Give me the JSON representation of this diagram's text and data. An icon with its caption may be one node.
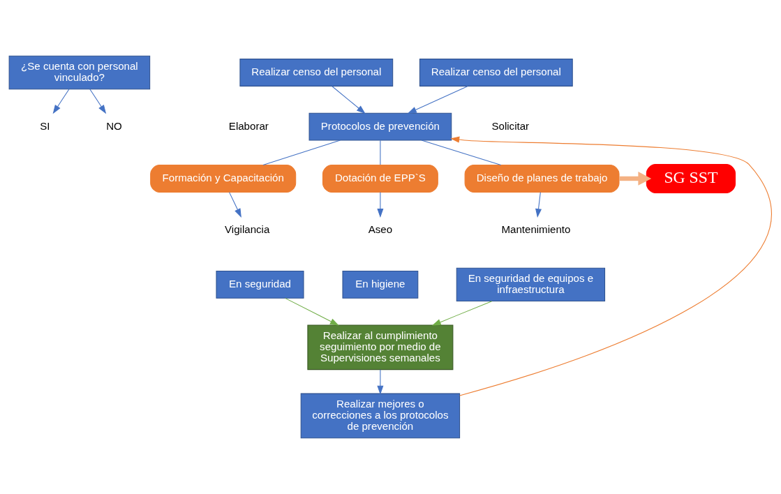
{
  "diagram": {
    "nodes": [
      {
        "text": [
          "¿Se cuenta con personal vinculado?"
        ]
      },
      {
        "text": [
          "SI"
        ]
      },
      {
        "text": [
          "NO"
        ]
      },
      {
        "text": [
          "Realizar censo del personal"
        ]
      },
      {
        "text": [
          "Realizar censo del personal"
        ]
      },
      {
        "text": [
          "Protocolos de prevención"
        ]
      },
      {
        "text": [
          "Formación y Capacitación"
        ]
      },
      {
        "text": [
          "Dotación de EPP`S"
        ]
      },
      {
        "text": [
          "Diseño de planes de trabajo"
        ]
      },
      {
        "text": [
          "SG SST"
        ]
      },
      {
        "text": [
          "Vigilancia"
        ]
      },
      {
        "text": [
          "Aseo"
        ]
      },
      {
        "text": [
          "Mantenimiento"
        ]
      },
      {
        "text": [
          "En seguridad"
        ]
      },
      {
        "text": [
          "En higiene"
        ]
      },
      {
        "text": [
          "En seguridad de equipos e infraestructura"
        ]
      },
      {
        "text": [
          "Realizar al cumplimiento seguimiento por medio de Supervisiones semanales"
        ]
      },
      {
        "text": [
          "Realizar mejores o correcciones a los protocolos de prevención"
        ]
      }
    ],
    "edges": [
      {
        "from": 0,
        "to": 1,
        "arrow": "to"
      },
      {
        "from": 0,
        "to": 2,
        "arrow": "to"
      },
      {
        "from": 3,
        "to": 5,
        "arrow": "to"
      },
      {
        "from": 4,
        "to": 5,
        "arrow": "to"
      },
      {
        "from": 5,
        "to": 6,
        "arrow": "none"
      },
      {
        "from": 5,
        "to": 7,
        "arrow": "none"
      },
      {
        "from": 5,
        "to": 8,
        "arrow": "none"
      },
      {
        "from": 8,
        "to": 9,
        "arrow": "to",
        "style": "thick",
        "color": "#f4b183"
      },
      {
        "from": 6,
        "to": 10,
        "arrow": "to"
      },
      {
        "from": 7,
        "to": 11,
        "arrow": "to"
      },
      {
        "from": 8,
        "to": 12,
        "arrow": "to"
      },
      {
        "from": 13,
        "to": 16,
        "arrow": "to",
        "color": "#70ad47"
      },
      {
        "from": 15,
        "to": 16,
        "arrow": "to",
        "color": "#70ad47"
      },
      {
        "from": 16,
        "to": 17,
        "arrow": "to"
      },
      {
        "from": 17,
        "to": 5,
        "arrow": "to",
        "color": "#ed7d31"
      }
    ],
    "labels": [
      "Elaborar",
      "Solicitar"
    ]
  }
}
